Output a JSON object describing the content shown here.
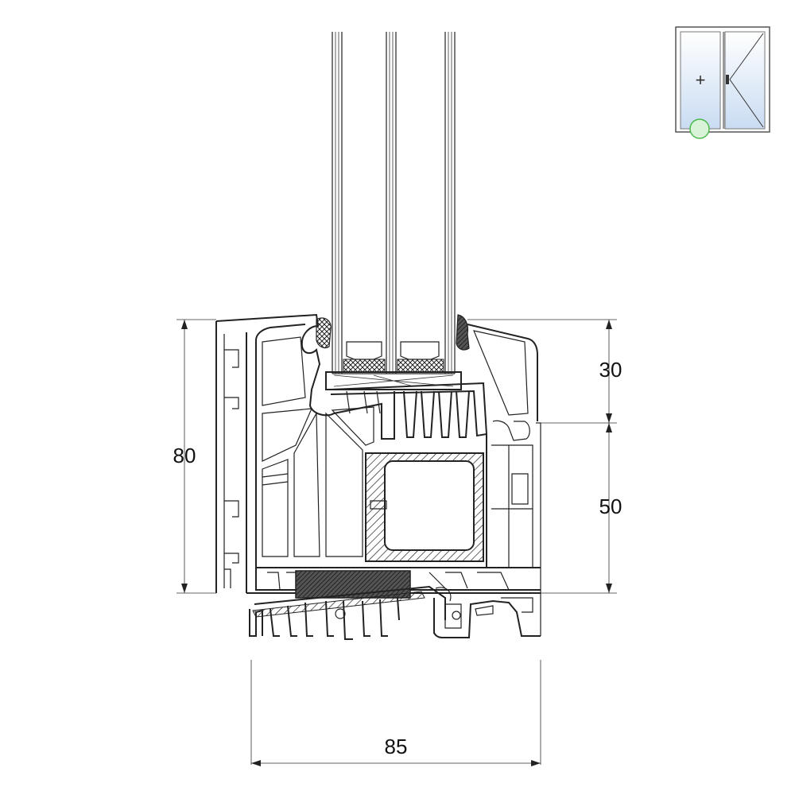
{
  "dimensions": {
    "overall_height": "80",
    "upper_height": "30",
    "lower_height": "50",
    "width": "85"
  },
  "thumbnail": {
    "fixed_pane_symbol": "+",
    "marker_color": "#7dd87d",
    "glass_color": "#c9dcf2"
  },
  "colors": {
    "line": "#222222",
    "seal": "#333333",
    "steel": "#ffffff"
  }
}
